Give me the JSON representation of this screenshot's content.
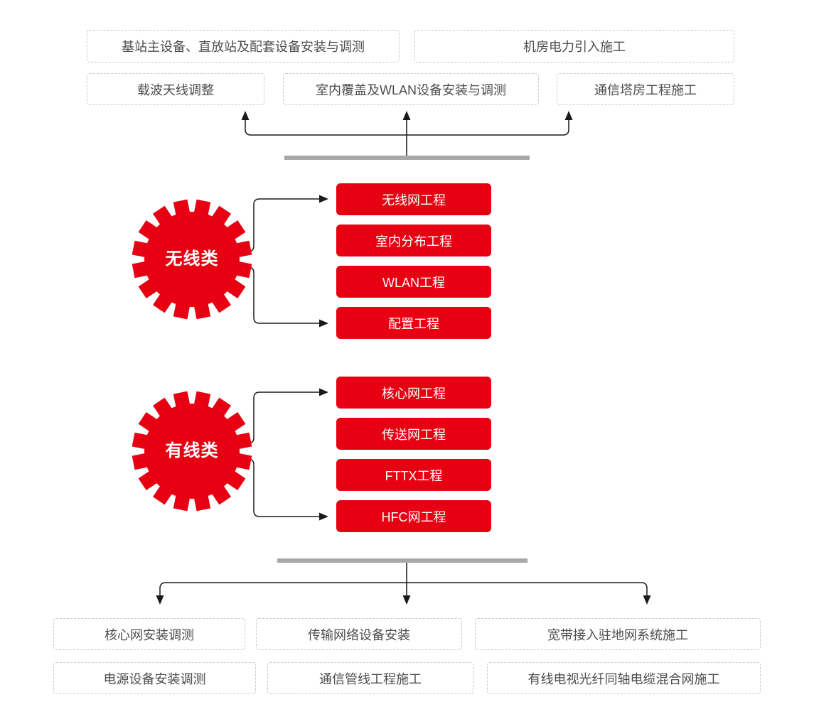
{
  "colors": {
    "red": "#e60012",
    "bar_gray": "#a8a8a8",
    "line": "#1a1a1a",
    "dashed_border": "#c9c9c9",
    "dashed_text": "#4d4d4d"
  },
  "top_section": {
    "row1": [
      {
        "label": "基站主设备、直放站及配套设备安装与调测"
      },
      {
        "label": "机房电力引入施工"
      }
    ],
    "row2": [
      {
        "label": "载波天线调整"
      },
      {
        "label": "室内覆盖及WLAN设备安装与调测"
      },
      {
        "label": "通信塔房工程施工"
      }
    ]
  },
  "wireless": {
    "gear_label": "无线类",
    "items": [
      {
        "label": "无线网工程"
      },
      {
        "label": "室内分布工程"
      },
      {
        "label": "WLAN工程"
      },
      {
        "label": "配置工程"
      }
    ]
  },
  "wired": {
    "gear_label": "有线类",
    "items": [
      {
        "label": "核心网工程"
      },
      {
        "label": "传送网工程"
      },
      {
        "label": "FTTX工程"
      },
      {
        "label": "HFC网工程"
      }
    ]
  },
  "bottom_section": {
    "row1": [
      {
        "label": "核心网安装调测"
      },
      {
        "label": "传输网络设备安装"
      },
      {
        "label": "宽带接入驻地网系统施工"
      }
    ],
    "row2": [
      {
        "label": "电源设备安装调测"
      },
      {
        "label": "通信管线工程施工"
      },
      {
        "label": "有线电视光纤同轴电缆混合网施工"
      }
    ]
  }
}
